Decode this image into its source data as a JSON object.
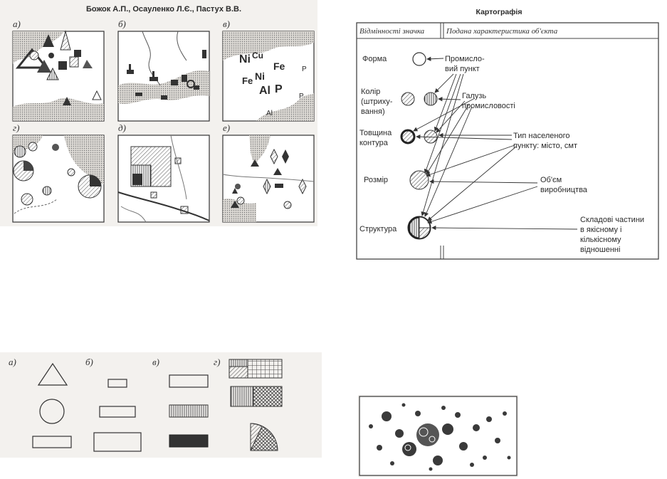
{
  "fig1": {
    "authors": "Божок А.П., Осауленко Л.Є., Пастух В.В.",
    "panel_labels": [
      "а)",
      "б)",
      "в)",
      "г)",
      "д)",
      "е)"
    ],
    "map_letters": [
      "Ni",
      "Cu",
      "Fe",
      "Fe",
      "Ni",
      "Al",
      "P",
      "P",
      "P",
      "Al"
    ]
  },
  "fig2": {
    "title": "Картографія",
    "col_left": "Відмінності значка",
    "col_right": "Подана характеристика об'єкта",
    "rows": {
      "form": "Форма",
      "color1": "Колір",
      "color2": "(штриху-",
      "color3": "вання)",
      "thick1": "Товщина",
      "thick2": "контура",
      "size": "Розмір",
      "struct": "Структура"
    },
    "chars": {
      "a1": "Промисло-",
      "a2": "вий пункт",
      "b1": "Галузь",
      "b2": "промисловості",
      "c1": "Тип населеного",
      "c2": "пункту: місто, смт",
      "d1": "Об'єм",
      "d2": "виробництва",
      "e1": "Складові частини",
      "e2": "в якісному і",
      "e3": "кількісному",
      "e4": "відношенні"
    }
  },
  "fig3": {
    "labels": [
      "а)",
      "б)",
      "в)",
      "г)"
    ]
  },
  "colors": {
    "ink": "#2a2a2a",
    "paper": "#f3f1ee",
    "frame": "#444444"
  }
}
